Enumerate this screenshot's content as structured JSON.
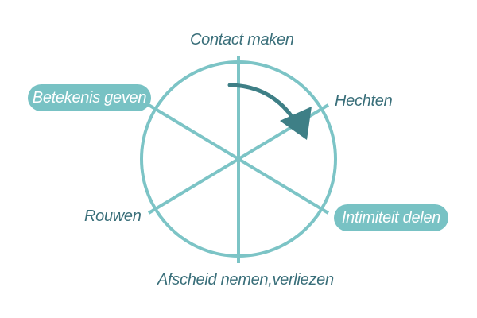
{
  "diagram": {
    "stages": {
      "contact": "Contact maken",
      "hechten": "Hechten",
      "intimiteit": "Intimiteit delen",
      "afscheid": "Afscheid nemen,verliezen",
      "rouwen": "Rouwen",
      "betekenis": "Betekenis geven"
    },
    "highlighted_stages": [
      "Betekenis geven",
      "Intimiteit delen"
    ],
    "direction": "clockwise",
    "colors": {
      "circle": "#7cc4c6",
      "spokes": "#7cc4c6",
      "arrow": "#3e7f86",
      "text": "#3a6f7a",
      "pill_fill": "#78c2c4",
      "pill_text": "#ffffff"
    }
  }
}
